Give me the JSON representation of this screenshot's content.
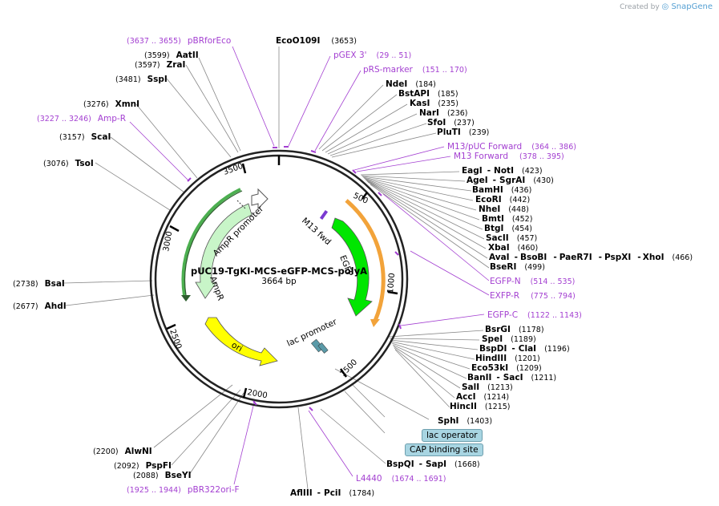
{
  "brand": {
    "prefix": "Created by",
    "name": "SnapGene"
  },
  "plasmid": {
    "name": "pUC19-TgKI-MCS-eGFP-MCS-polyA",
    "length": "3664 bp"
  },
  "ticks": [
    "500",
    "1000",
    "1500",
    "2000",
    "2500",
    "3000",
    "3500"
  ],
  "features": {
    "ampr_promoter": "AmpR promoter",
    "ampr": "AmpR",
    "ori": "ori",
    "lac_promoter": "lac promoter",
    "egfp": "EGFP",
    "m13fwd": "M13 fwd"
  },
  "badges": {
    "lac_operator": "lac operator",
    "cap_site": "CAP binding site"
  },
  "labels": {
    "ecoo109i": {
      "name": "EcoO109I",
      "pos": "(3653)"
    },
    "pbrforeco": {
      "name": "pBRforEco",
      "pos": "(3637 .. 3655)"
    },
    "aatii": {
      "name": "AatII",
      "pos": "(3599)"
    },
    "zrai": {
      "name": "ZraI",
      "pos": "(3597)"
    },
    "sspi": {
      "name": "SspI",
      "pos": "(3481)"
    },
    "xmni": {
      "name": "XmnI",
      "pos": "(3276)"
    },
    "ampr_primer": {
      "name": "Amp-R",
      "pos": "(3227 .. 3246)"
    },
    "scai": {
      "name": "ScaI",
      "pos": "(3157)"
    },
    "tsoi": {
      "name": "TsoI",
      "pos": "(3076)"
    },
    "bsai": {
      "name": "BsaI",
      "pos": "(2738)"
    },
    "ahdi": {
      "name": "AhdI",
      "pos": "(2677)"
    },
    "alwni": {
      "name": "AlwNI",
      "pos": "(2200)"
    },
    "pspfi": {
      "name": "PspFI",
      "pos": "(2092)"
    },
    "bseyi": {
      "name": "BseYI",
      "pos": "(2088)"
    },
    "pbr322": {
      "name": "pBR322ori-F",
      "pos": "(1925 .. 1944)"
    },
    "afliii": {
      "name": "AflIII",
      "sep": "-",
      "name2": "PciI",
      "pos": "(1784)"
    },
    "l4440": {
      "name": "L4440",
      "pos": "(1674 .. 1691)"
    },
    "bspqi": {
      "name": "BspQI",
      "sep": "-",
      "name2": "SapI",
      "pos": "(1668)"
    },
    "sphi": {
      "name": "SphI",
      "pos": "(1403)"
    },
    "pgex3": {
      "name": "pGEX 3'",
      "pos": "(29 .. 51)"
    },
    "prs": {
      "name": "pRS-marker",
      "pos": "(151 .. 170)"
    },
    "ndei": {
      "name": "NdeI",
      "pos": "(184)"
    },
    "bstapi": {
      "name": "BstAPI",
      "pos": "(185)"
    },
    "kasi": {
      "name": "KasI",
      "pos": "(235)"
    },
    "nari": {
      "name": "NarI",
      "pos": "(236)"
    },
    "sfoi": {
      "name": "SfoI",
      "pos": "(237)"
    },
    "pluti": {
      "name": "PluTI",
      "pos": "(239)"
    },
    "m13puc": {
      "name": "M13/pUC Forward",
      "pos": "(364 .. 386)"
    },
    "m13f": {
      "name": "M13 Forward",
      "pos": "(378 .. 395)"
    },
    "eagi": {
      "name": "EagI",
      "sep": "-",
      "name2": "NotI",
      "pos": "(423)"
    },
    "agei": {
      "name": "AgeI",
      "sep": "-",
      "name2": "SgrAI",
      "pos": "(430)"
    },
    "bamhi": {
      "name": "BamHI",
      "pos": "(436)"
    },
    "ecori": {
      "name": "EcoRI",
      "pos": "(442)"
    },
    "nhei": {
      "name": "NheI",
      "pos": "(448)"
    },
    "bmti": {
      "name": "BmtI",
      "pos": "(452)"
    },
    "btgi": {
      "name": "BtgI",
      "pos": "(454)"
    },
    "sacii": {
      "name": "SacII",
      "pos": "(457)"
    },
    "xbai": {
      "name": "XbaI",
      "pos": "(460)"
    },
    "avai": {
      "name": "AvaI",
      "sep": "-",
      "name2": "BsoBI",
      "sep2": "-",
      "name3": "PaeR7I",
      "sep3": "-",
      "name4": "PspXI",
      "sep4": "-",
      "name5": "XhoI",
      "pos": "(466)"
    },
    "bseri": {
      "name": "BseRI",
      "pos": "(499)"
    },
    "egfpn": {
      "name": "EGFP-N",
      "pos": "(514 .. 535)"
    },
    "exfpr": {
      "name": "EXFP-R",
      "pos": "(775 .. 794)"
    },
    "egfpc": {
      "name": "EGFP-C",
      "pos": "(1122 .. 1143)"
    },
    "bsrgi": {
      "name": "BsrGI",
      "pos": "(1178)"
    },
    "spei": {
      "name": "SpeI",
      "pos": "(1189)"
    },
    "bspdi": {
      "name": "BspDI",
      "sep": "-",
      "name2": "ClaI",
      "pos": "(1196)"
    },
    "hindiii": {
      "name": "HindIII",
      "pos": "(1201)"
    },
    "eco53ki": {
      "name": "Eco53kI",
      "pos": "(1209)"
    },
    "banii": {
      "name": "BanII",
      "sep": "-",
      "name2": "SacI",
      "pos": "(1211)"
    },
    "sali": {
      "name": "SalI",
      "pos": "(1213)"
    },
    "acci": {
      "name": "AccI",
      "pos": "(1214)"
    },
    "hincii": {
      "name": "HincII",
      "pos": "(1215)"
    }
  }
}
